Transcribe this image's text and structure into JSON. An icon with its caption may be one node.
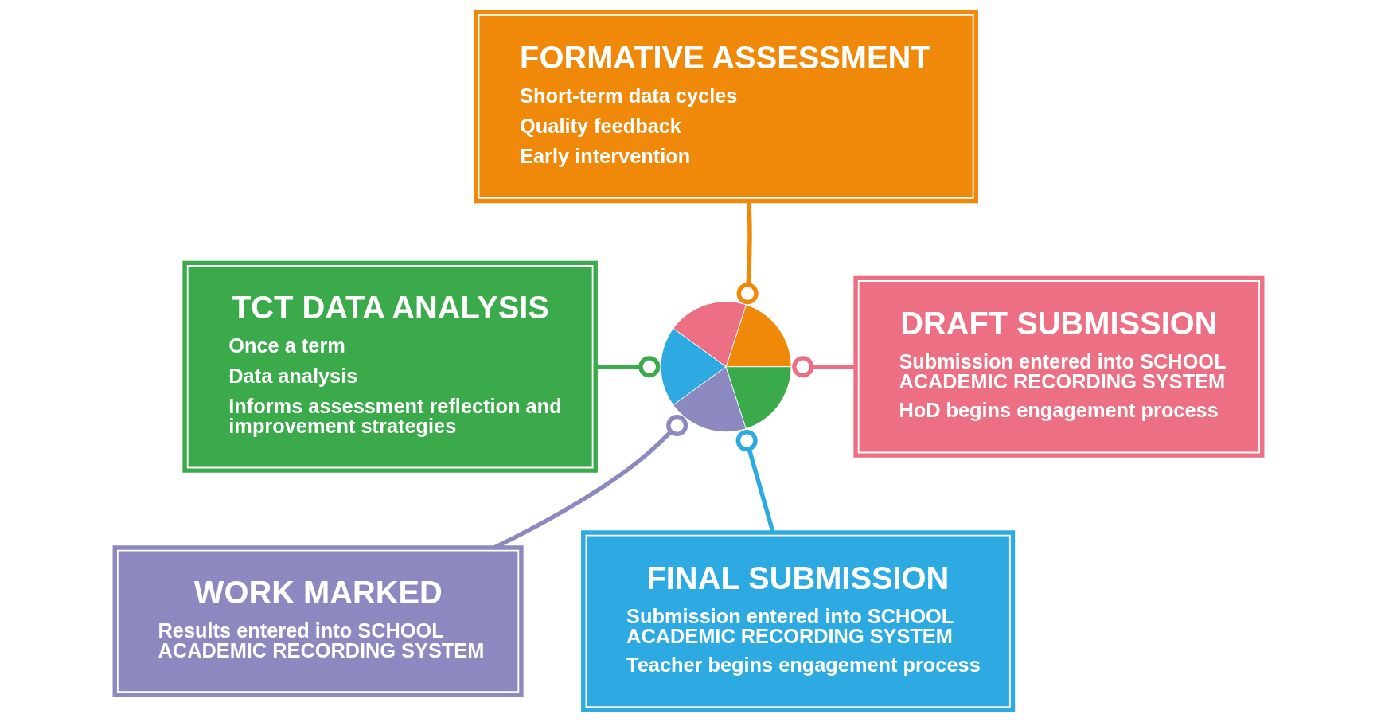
{
  "diagram": {
    "nodes": [
      {
        "text": [
          "FORMATIVE ASSESSMENT",
          "Short-term data cycles",
          "Quality feedback",
          "Early intervention"
        ]
      },
      {
        "text": [
          "TCT DATA ANALYSIS",
          "Once a term",
          "Data analysis",
          "Informs assessment reflection and improvement strategies"
        ]
      },
      {
        "text": [],
        "shape": "circle"
      },
      {
        "text": [
          "DRAFT SUBMISSION",
          "Submission entered into SCHOOL ACADEMIC RECORDING SYSTEM",
          "HoD begins engagement process"
        ]
      },
      {
        "text": [
          "WORK MARKED",
          "Results entered into SCHOOL ACADEMIC RECORDING SYSTEM"
        ]
      },
      {
        "text": [
          "FINAL SUBMISSION",
          "Submission entered into SCHOOL ACADEMIC RECORDING SYSTEM",
          "Teacher begins engagement process"
        ]
      }
    ],
    "edges": [
      {
        "from": 0,
        "to": 2,
        "arrow": "other",
        "color": "#f0880a"
      },
      {
        "from": 1,
        "to": 2,
        "arrow": "other",
        "color": "#3aaa4a"
      },
      {
        "from": 3,
        "to": 2,
        "arrow": "other",
        "color": "#ec6f83"
      },
      {
        "from": 4,
        "to": 2,
        "arrow": "other",
        "color": "#8c88c0"
      },
      {
        "from": 5,
        "to": 2,
        "arrow": "other",
        "color": "#2eaae2"
      }
    ]
  }
}
